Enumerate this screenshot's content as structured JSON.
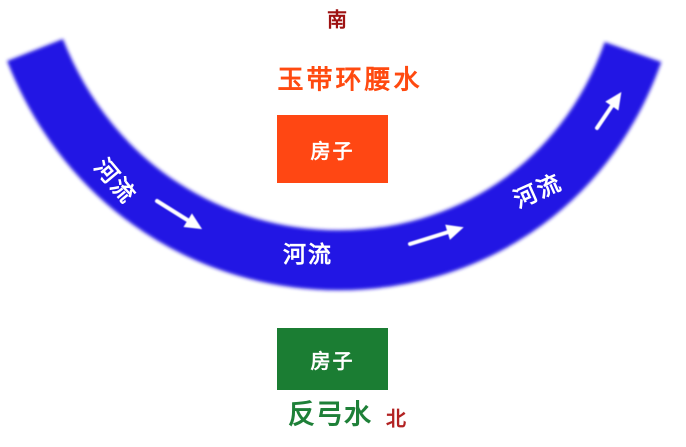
{
  "diagram": {
    "title_semantic": "feng-shui river diagram",
    "background": "#ffffff"
  },
  "compass": {
    "south_label": "南",
    "south_color": "#9e1212",
    "north_label": "北",
    "north_color": "#b22222"
  },
  "captions": {
    "top": {
      "text": "玉带环腰水",
      "color": "#ff4a10"
    },
    "bottom": {
      "text": "反弓水",
      "color": "#1e8038"
    }
  },
  "houses": {
    "top": {
      "label": "房子",
      "fill": "#ff4713",
      "text_color": "#ffffff"
    },
    "bottom": {
      "label": "房子",
      "fill": "#1b7d33",
      "text_color": "#ffffff"
    }
  },
  "river": {
    "fill": "#2214e4",
    "arrow_color": "#ffffff",
    "labels": {
      "left": "河流",
      "middle": "河流",
      "right": "河流"
    }
  }
}
